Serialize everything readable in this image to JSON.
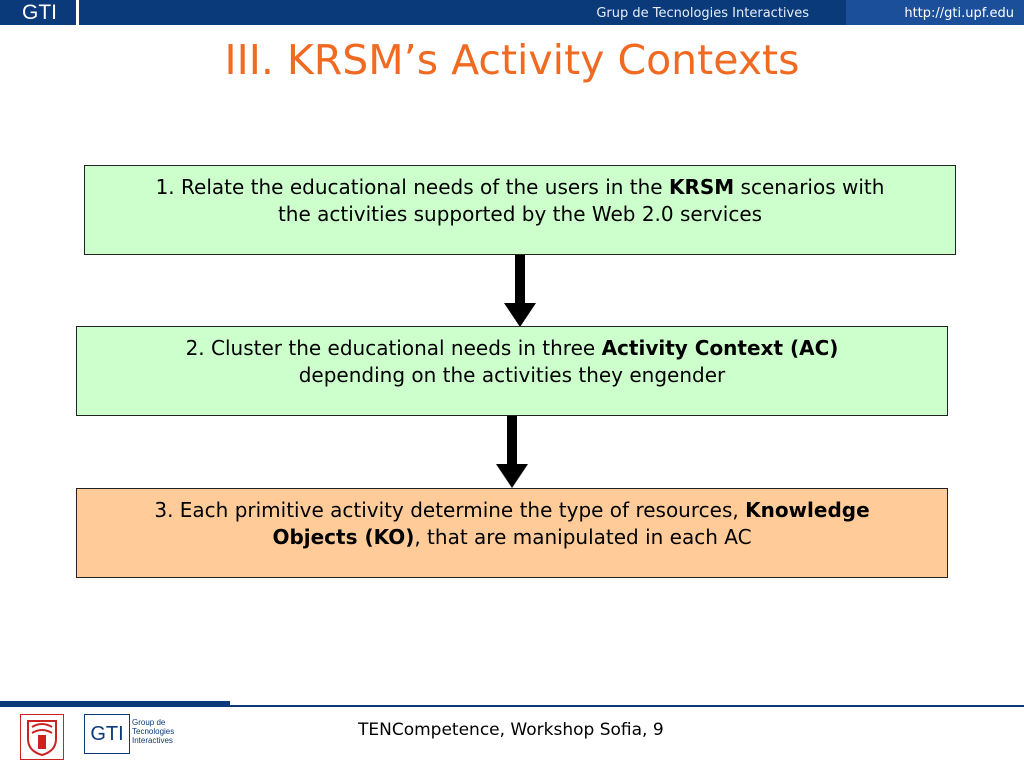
{
  "header": {
    "tag": "GTI",
    "org": "Grup de Tecnologies Interactives",
    "url": "http://gti.upf.edu"
  },
  "slide": {
    "title": "III. KRSM’s Activity Contexts"
  },
  "steps": [
    {
      "pre": "1. Relate the educational needs of the users in the ",
      "bold": "KRSM",
      "post": " scenarios with",
      "line2": "the activities supported by the Web 2.0 services",
      "color": "#ccffcc"
    },
    {
      "pre": "2. Cluster the educational needs in three ",
      "bold": "Activity Context (AC)",
      "post": "",
      "line2": "depending on the activities they engender",
      "color": "#ccffcc"
    },
    {
      "pre": "3. Each primitive activity determine the type of resources, ",
      "bold": "Knowledge",
      "post": "",
      "line2_bold": "Objects (KO)",
      "line2": ", that are manipulated in each AC",
      "color": "#ffcc99"
    }
  ],
  "footer": {
    "text": "TENCompetence, Workshop Sofia, 9",
    "gti_logo": "GTI",
    "gti_logo_sub": "Group de Tecnologies Interactives",
    "upf_logo_icon": "upf-shield-icon"
  }
}
